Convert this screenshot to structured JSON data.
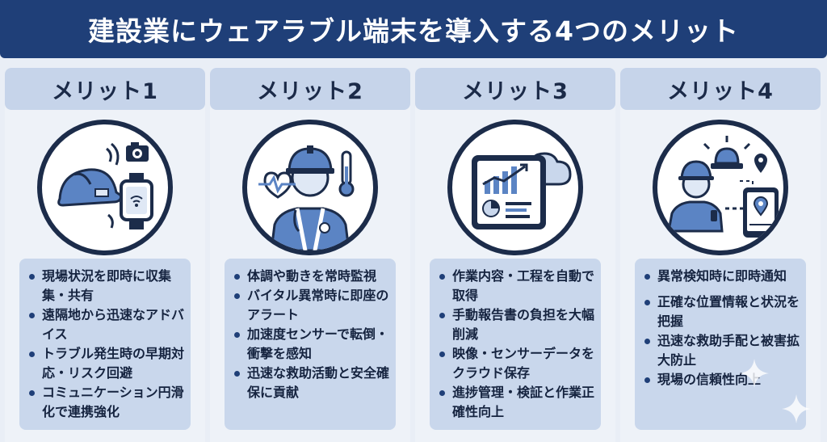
{
  "title": "建設業にウェアラブル端末を導入する4つのメリット",
  "columns": [
    {
      "header": "メリット1",
      "items": [
        "現場状況を即時に収集集・共有",
        "遠隔地から迅速なアドバイス",
        "トラブル発生時の早期対応・リスク回避",
        "コミュニケーション円滑化で連携強化"
      ],
      "icons": [
        "helmet-icon",
        "camera-icon",
        "smartwatch-icon",
        "wireless-signal-icon"
      ]
    },
    {
      "header": "メリット2",
      "items": [
        "体調や動きを常時監視",
        "バイタル異常時に即座のアラート",
        "加速度センサーで転倒・衝撃を感知",
        "迅速な救助活動と安全確保に貢献"
      ],
      "icons": [
        "worker-icon",
        "heartbeat-icon",
        "thermometer-icon"
      ]
    },
    {
      "header": "メリット3",
      "items": [
        "作業内容・工程を自動で取得",
        "手動報告書の負担を大幅削減",
        "映像・センサーデータをクラウド保存",
        "進捗管理・検証と作業正確性向上"
      ],
      "icons": [
        "tablet-chart-icon",
        "cloud-icon"
      ]
    },
    {
      "header": "メリット4",
      "items": [
        "異常検知時に即時通知",
        "正確な位置情報と状況を把握",
        "迅速な救助手配と被害拡大防止",
        "現場の信頼性向上"
      ],
      "icons": [
        "worker-icon",
        "alarm-light-icon",
        "location-pin-icon",
        "map-tablet-icon"
      ]
    }
  ],
  "colors": {
    "title_bg": "#1f3f78",
    "header_bg": "#c6d4ea",
    "card_bg": "#c9d7ec",
    "dark": "#1c2c4a",
    "accent": "#5b84c4"
  }
}
